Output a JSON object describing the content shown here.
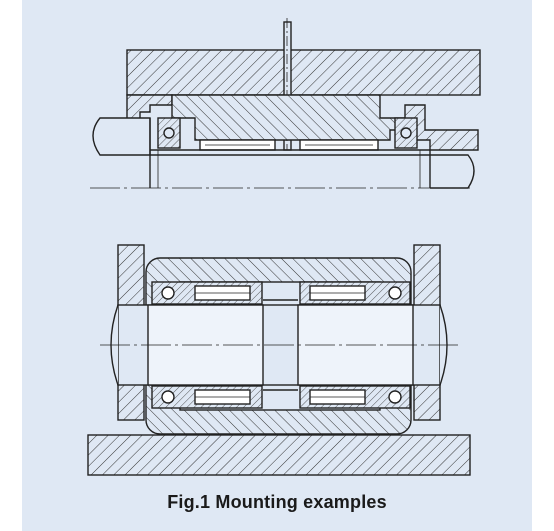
{
  "figure": {
    "caption": "Fig.1  Mounting examples",
    "colors": {
      "background_panel": "#dfe8f4",
      "line": "#222222",
      "hatch": "#333333"
    },
    "views": [
      {
        "id": "upper",
        "description_icon": "bearing-half-section-icon"
      },
      {
        "id": "lower",
        "description_icon": "bearing-full-section-icon"
      }
    ]
  }
}
